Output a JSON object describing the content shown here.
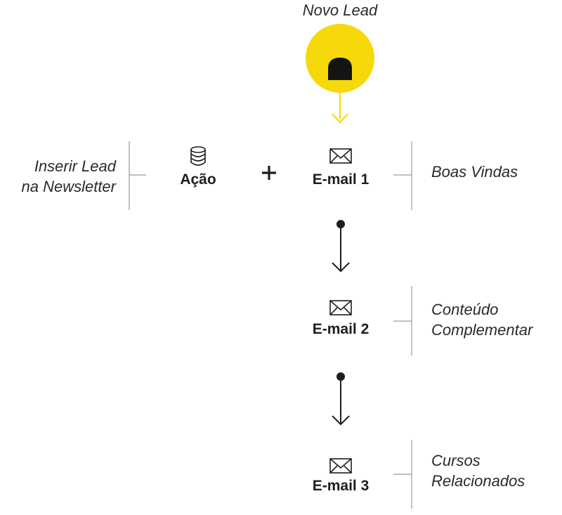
{
  "trigger": {
    "label": "Novo Lead",
    "color": "#f5d90a"
  },
  "action": {
    "label": "Ação",
    "description_line1": "Inserir Lead",
    "description_line2": "na Newsletter"
  },
  "plus_symbol": "+",
  "emails": [
    {
      "label": "E-mail 1",
      "description_line1": "Boas Vindas",
      "description_line2": ""
    },
    {
      "label": "E-mail 2",
      "description_line1": "Conteúdo",
      "description_line2": "Complementar"
    },
    {
      "label": "E-mail 3",
      "description_line1": "Cursos",
      "description_line2": "Relacionados"
    }
  ],
  "colors": {
    "accent": "#f5d90a",
    "line": "#9a9a9a",
    "dark": "#1e1e1e"
  }
}
